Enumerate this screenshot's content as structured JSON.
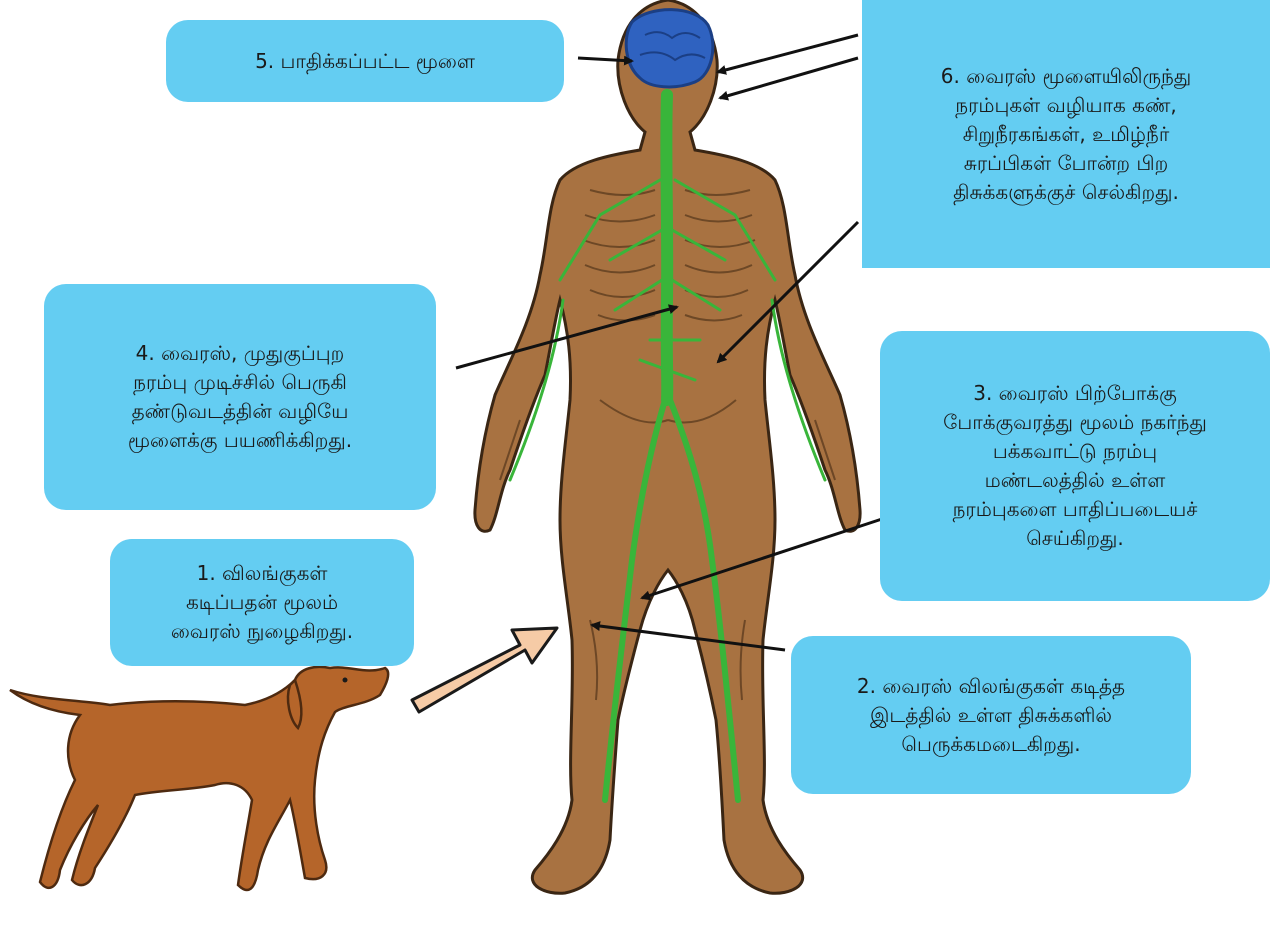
{
  "colors": {
    "callout_fill": "#64CDF2",
    "skin": "#A87241",
    "skin_outline": "#3a2614",
    "nerve": "#39B53A",
    "brain": "#2F62C0",
    "dog": "#B5652A",
    "arrow_fill": "#F6CBA6"
  },
  "callouts": {
    "step1": "1. விலங்குகள்\nகடிப்பதன் மூலம்\nவைரஸ் நுழைகிறது.",
    "step2": "2. வைரஸ் விலங்குகள் கடித்த\nஇடத்தில் உள்ள திசுக்களில்\nபெருக்கமடைகிறது.",
    "step3": "3. வைரஸ் பிற்போக்கு\nபோக்குவரத்து மூலம் நகர்ந்து\nபக்கவாட்டு நரம்பு\nமண்டலத்தில் உள்ள\nநரம்புகளை பாதிப்படையச்\nசெய்கிறது.",
    "step4": "4. வைரஸ், முதுகுப்புற\nநரம்பு முடிச்சில் பெருகி\nதண்டுவடத்தின் வழியே\nமூளைக்கு  பயணிக்கிறது.",
    "step5": "5. பாதிக்கப்பட்ட மூளை",
    "step6": "6. வைரஸ் மூளையிலிருந்து\nநரம்புகள் வழியாக கண்,\nசிறுநீரகங்கள், உமிழ்நீர்\nசுரப்பிகள் போன்ற பிற\nதிசுக்களுக்குச் செல்கிறது."
  }
}
